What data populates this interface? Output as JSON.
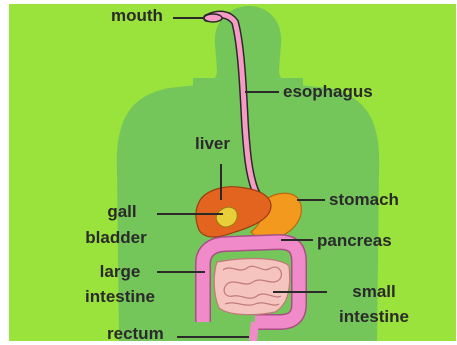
{
  "labels": {
    "mouth": "mouth",
    "esophagus": "esophagus",
    "liver": "liver",
    "stomach": "stomach",
    "gall": "gall",
    "bladder": "bladder",
    "pancreas": "pancreas",
    "large": "large",
    "intestine_large": "intestine",
    "small": "small",
    "intestine_small": "intestine",
    "rectum": "rectum"
  },
  "colors": {
    "background": "#9ae23c",
    "body_silhouette": "#74c65a",
    "esophagus": "#f79ac6",
    "liver": "#e2641f",
    "gall_bladder": "#e8cf3a",
    "stomach": "#f39a1e",
    "pancreas": "#efe36a",
    "large_intestine": "#f08ac8",
    "small_intestine": "#f6c4bf",
    "leader_lines": "#2a2a2a",
    "label_text": "#2a2a2a"
  }
}
